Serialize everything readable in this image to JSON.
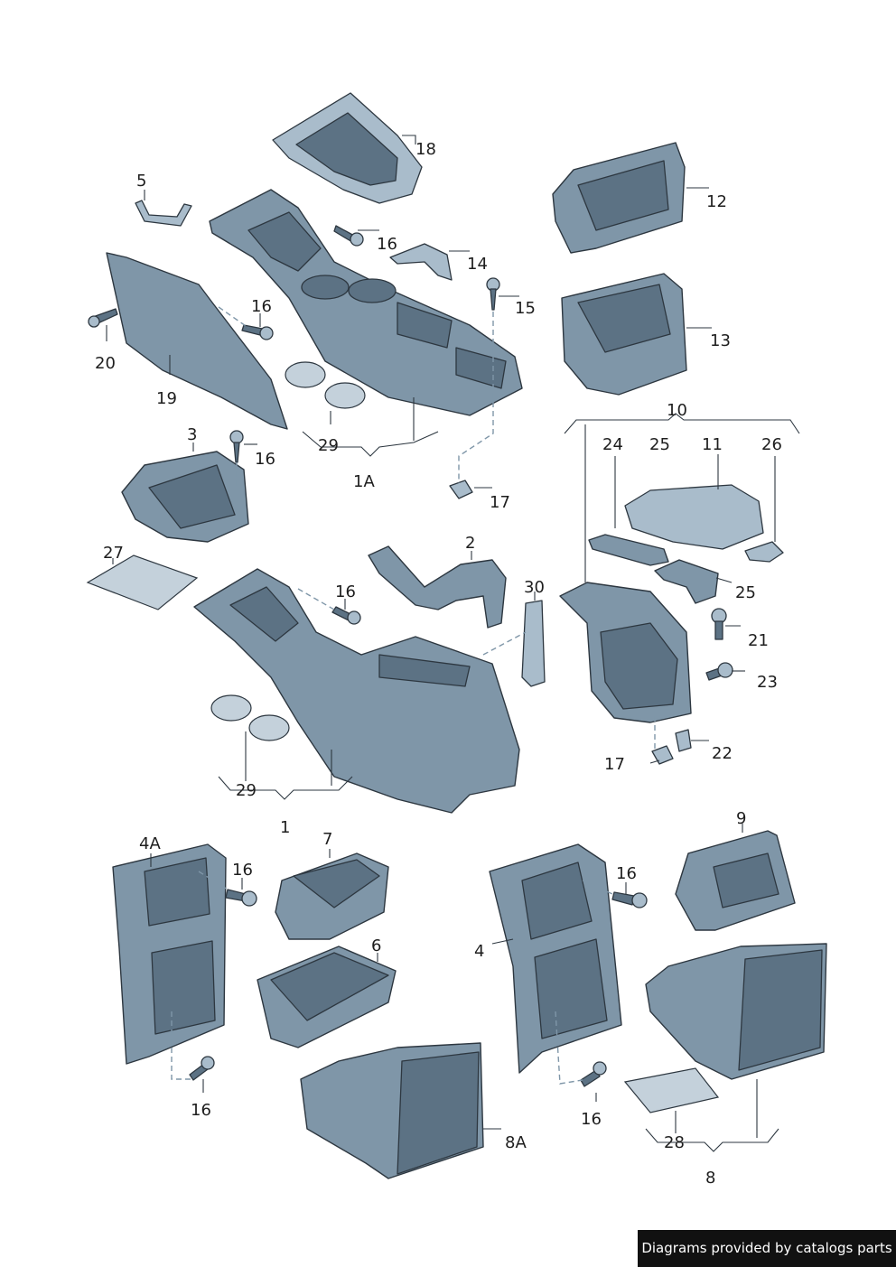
{
  "labels": {
    "l1": "1",
    "l1A": "1A",
    "l2": "2",
    "l3": "3",
    "l4": "4",
    "l4A": "4A",
    "l5": "5",
    "l6": "6",
    "l7": "7",
    "l8": "8",
    "l8A": "8A",
    "l9": "9",
    "l10": "10",
    "l11": "11",
    "l12": "12",
    "l13": "13",
    "l14": "14",
    "l15": "15",
    "l16": "16",
    "l17": "17",
    "l18": "18",
    "l19": "19",
    "l20": "20",
    "l21": "21",
    "l22": "22",
    "l23": "23",
    "l24": "24",
    "l25": "25",
    "l26": "26",
    "l27": "27",
    "l28": "28",
    "l29": "29",
    "l30": "30"
  },
  "credit": "Diagrams provided by catalogs parts"
}
